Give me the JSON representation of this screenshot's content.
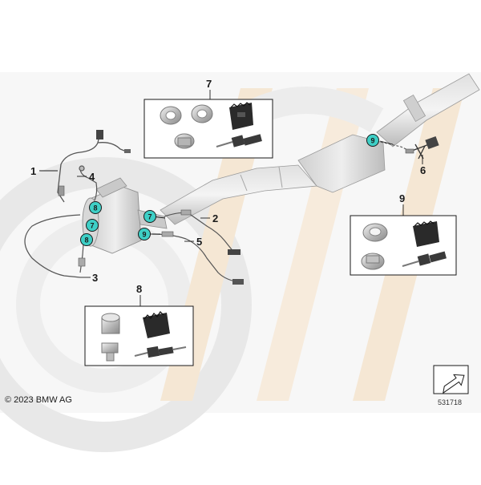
{
  "callouts": {
    "c1": "1",
    "c2": "2",
    "c3": "3",
    "c4": "4",
    "c5": "5",
    "c6": "6",
    "c7": "7",
    "c8": "8",
    "c9": "9"
  },
  "badges": {
    "b8a": "8",
    "b7a": "7",
    "b8b": "8",
    "b7b": "7",
    "b9a": "9",
    "b9b": "9"
  },
  "footer": {
    "copyright": "© 2023 BMW AG",
    "doc_number": "531718"
  },
  "colors": {
    "badge_fill": "#3ecfc6",
    "watermark_grey": "#e9e9e9",
    "watermark_beige": "#f6ead9",
    "part_grey": "#bdbdbd",
    "line": "#333333"
  }
}
